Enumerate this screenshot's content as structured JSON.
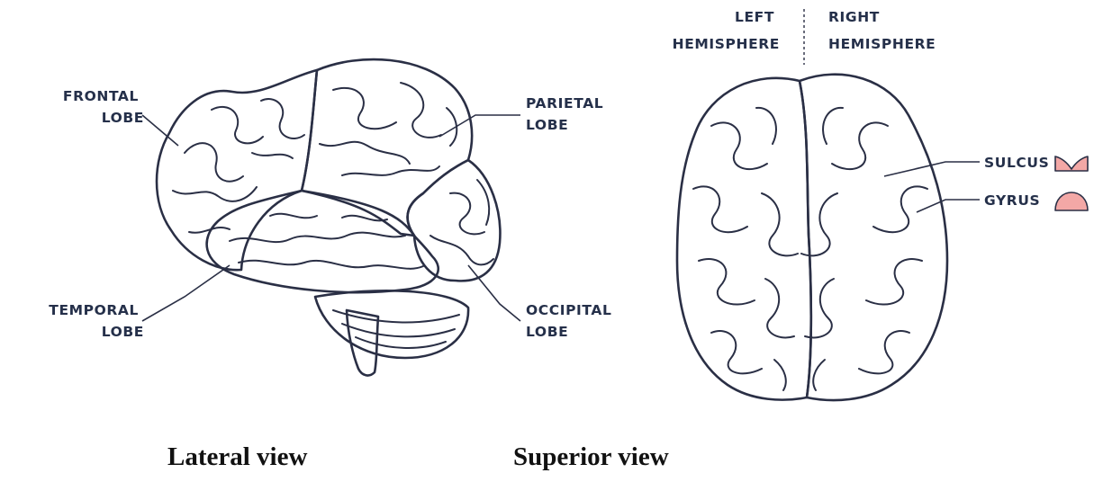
{
  "lateral": {
    "labels": {
      "frontal": [
        "FRONTAL",
        "LOBE"
      ],
      "parietal": [
        "PARIETAL",
        "LOBE"
      ],
      "temporal": [
        "TEMPORAL",
        "LOBE"
      ],
      "occipital": [
        "OCCIPITAL",
        "LOBE"
      ]
    },
    "caption": "Lateral view"
  },
  "superior": {
    "labels": {
      "left_hemisphere": [
        "LEFT",
        "HEMISPHERE"
      ],
      "right_hemisphere": [
        "RIGHT",
        "HEMISPHERE"
      ],
      "sulcus": "SULCUS",
      "gyrus": "GYRUS"
    },
    "caption": "Superior view"
  },
  "colors": {
    "frontal": "#f2a9a4",
    "parietal": "#9cc254",
    "temporal": "#c7a9dc",
    "occipital": "#5cc6ec",
    "cerebellum": "#ef9f92",
    "brainstem": "#f4a96a",
    "left_hemisphere": "#f8c260",
    "right_hemisphere": "#f3a8a6",
    "outline": "#2a2f45"
  }
}
